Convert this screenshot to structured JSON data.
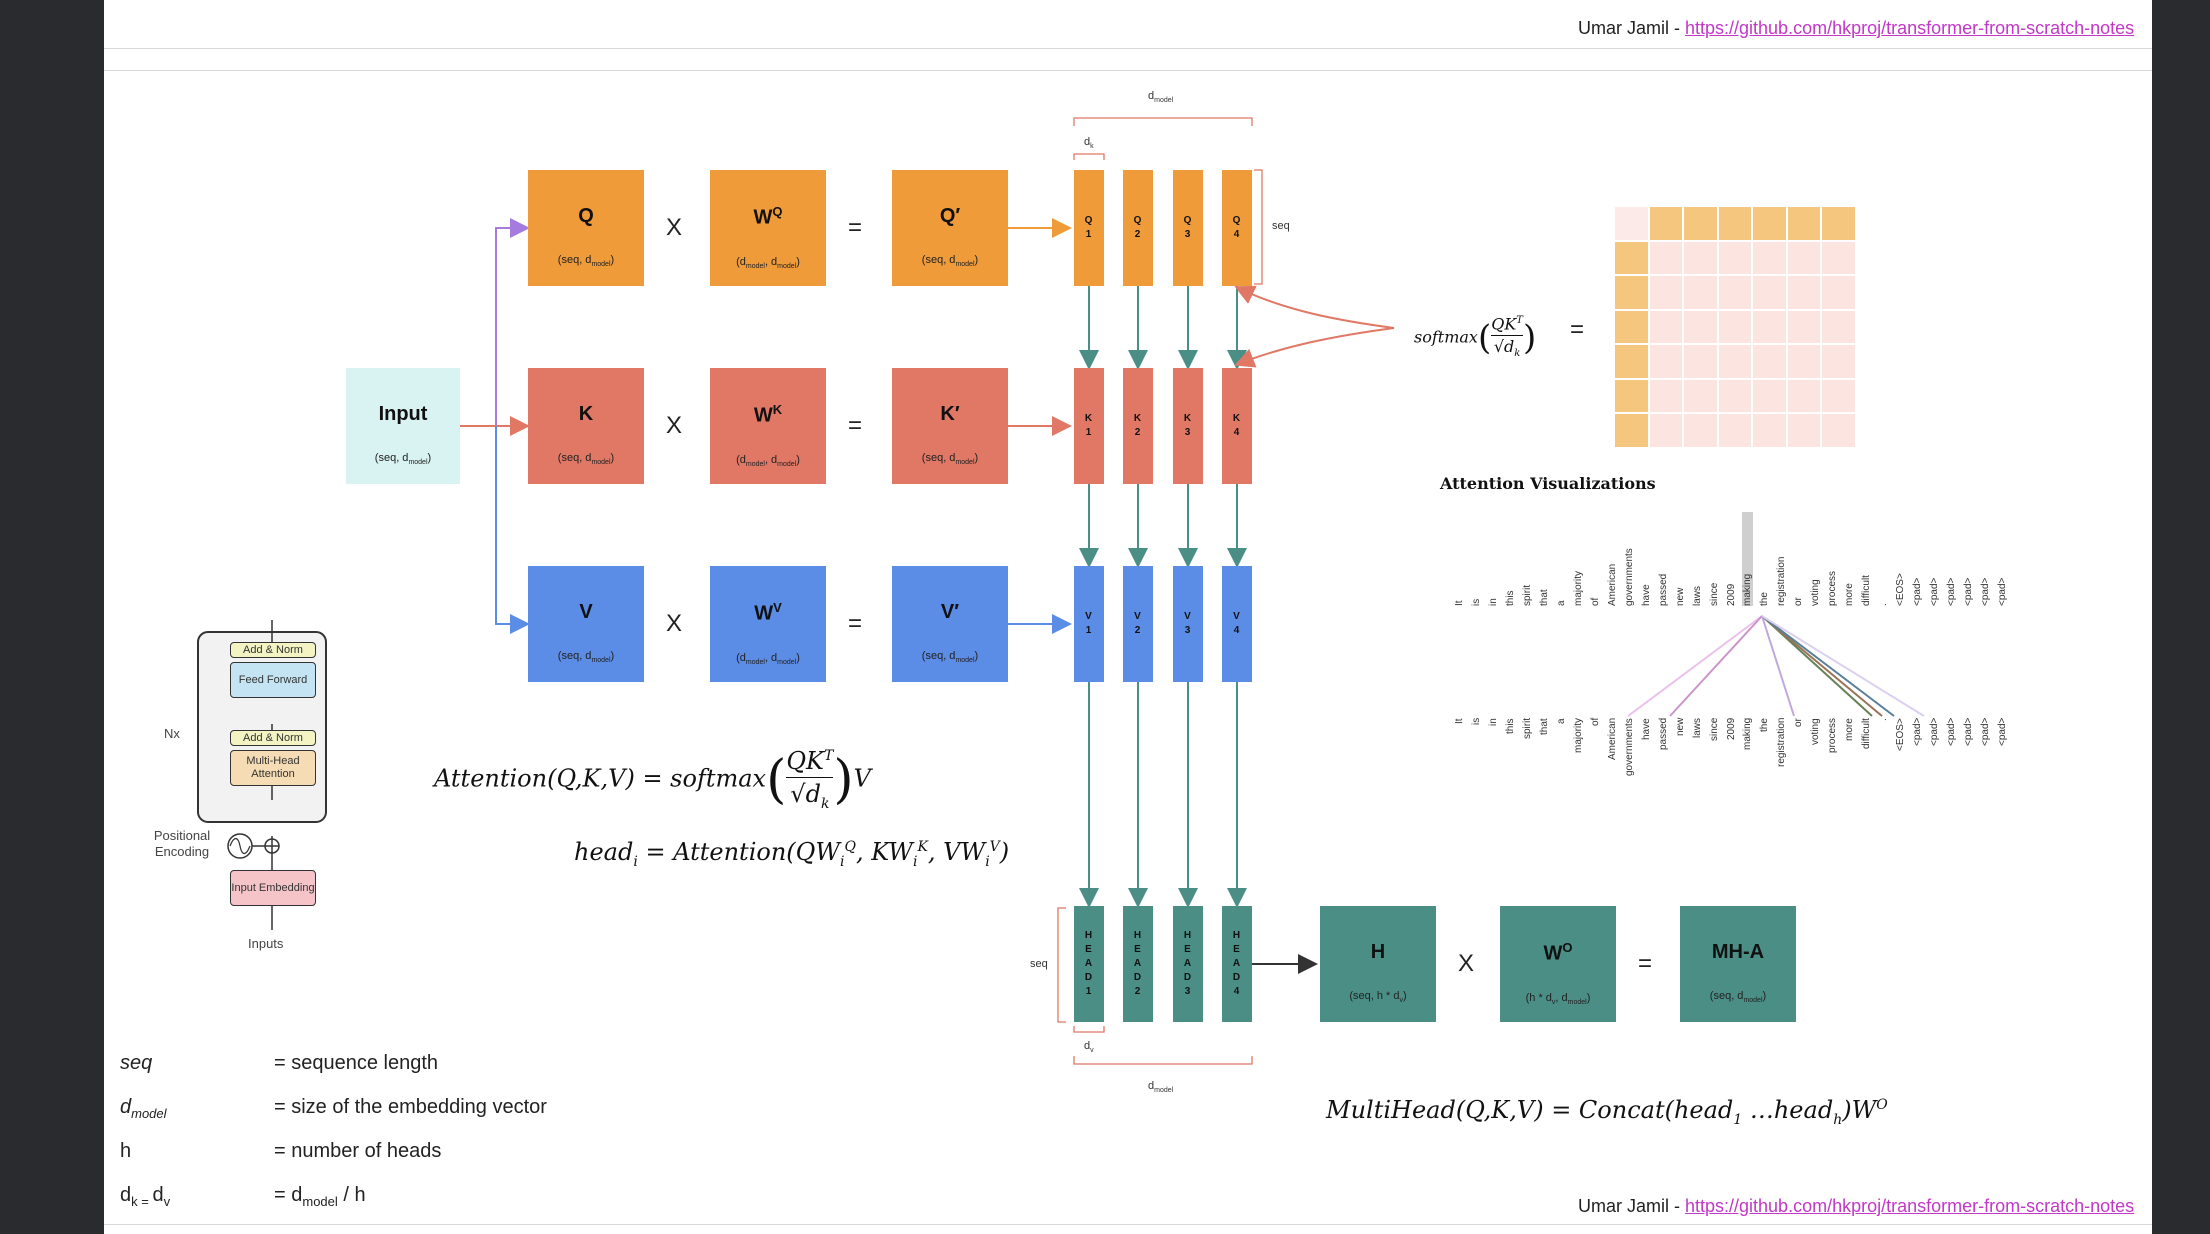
{
  "credit": {
    "author": "Umar Jamil - ",
    "url": "https://github.com/hkproj/transformer-from-scratch-notes"
  },
  "input_box": {
    "label": "Input",
    "shape": "(seq, d",
    "shape_sub": "model",
    "shape_end": ")"
  },
  "rows": [
    {
      "id": "q",
      "color": "#f09b3a",
      "a_label": "Q",
      "a_shape": "(seq, d",
      "a_sub": "model",
      "w_label": "W",
      "w_sup": "Q",
      "w_shape": "(d",
      "w_sub1": "model",
      "w_mid": ", d",
      "w_sub2": "model",
      "p_label": "Q′",
      "p_shape": "(seq, d",
      "p_sub": "model",
      "cols": [
        "Q 1",
        "Q 2",
        "Q 3",
        "Q 4"
      ]
    },
    {
      "id": "k",
      "color": "#e07865",
      "a_label": "K",
      "a_shape": "(seq, d",
      "a_sub": "model",
      "w_label": "W",
      "w_sup": "K",
      "w_shape": "(d",
      "w_sub1": "model",
      "w_mid": ", d",
      "w_sub2": "model",
      "p_label": "K′",
      "p_shape": "(seq, d",
      "p_sub": "model",
      "cols": [
        "K 1",
        "K 2",
        "K 3",
        "K 4"
      ]
    },
    {
      "id": "v",
      "color": "#5b8ce6",
      "a_label": "V",
      "a_shape": "(seq, d",
      "a_sub": "model",
      "w_label": "W",
      "w_sup": "V",
      "w_shape": "(d",
      "w_sub1": "model",
      "w_mid": ", d",
      "w_sub2": "model",
      "p_label": "V′",
      "p_shape": "(seq, d",
      "p_sub": "model",
      "cols": [
        "V 1",
        "V 2",
        "V 3",
        "V 4"
      ]
    }
  ],
  "ops": {
    "times": "X",
    "equals": "="
  },
  "heads": [
    "HEAD1",
    "HEAD2",
    "HEAD3",
    "HEAD4"
  ],
  "dim_labels": {
    "d_model": "d",
    "d_model_sub": "model",
    "d_k": "d",
    "d_k_sub": "k",
    "d_v": "d",
    "d_v_sub": "v",
    "seq": "seq"
  },
  "output_row": {
    "h_label": "H",
    "h_shape": "(seq, h * d",
    "h_sub": "v",
    "h_end": ")",
    "wo_label": "W",
    "wo_sup": "O",
    "wo_shape": "(h * d",
    "wo_sub1": "v",
    "wo_mid": ", d",
    "wo_sub2": "model",
    "wo_end": ")",
    "mha_label": "MH-A",
    "mha_shape": "(seq, d",
    "mha_sub": "model",
    "mha_end": ")"
  },
  "formulas": {
    "attention": "Attention(Q,K,V) = softmax",
    "attention_num": "QK",
    "attention_num_sup": "T",
    "attention_den": "√d",
    "attention_den_sub": "k",
    "attention_tail": "V",
    "head": "head",
    "head_sub": "i",
    "head_rhs": " = Attention(QW",
    "head_rhs2": ", KW",
    "head_rhs3": ", VW",
    "head_close": ")",
    "sup_q": "Q",
    "sup_k": "K",
    "sup_v": "V",
    "softmax": "softmax",
    "multihead": "MultiHead(Q,K,V) = Concat(head",
    "multihead_sub1": "1",
    "multihead_mid": " …head",
    "multihead_sub2": "h",
    "multihead_end": ")W",
    "multihead_sup": "O"
  },
  "legend": [
    {
      "key": "seq",
      "key_sub": "",
      "value": "= sequence length",
      "value_sub": "",
      "value_tail": ""
    },
    {
      "key": "d",
      "key_sub": "model",
      "value": "= size of the embedding vector",
      "value_sub": "",
      "value_tail": ""
    },
    {
      "key": "h",
      "key_sub": "",
      "value": "= number of heads",
      "value_sub": "",
      "value_tail": ""
    },
    {
      "key": "d",
      "key_sub": "k = ",
      "key2": "d",
      "key2_sub": "v",
      "value": "= d",
      "value_sub": "model",
      "value_tail": " / h"
    }
  ],
  "attention_viz": {
    "title": "Attention Visualizations",
    "words": [
      "It",
      "is",
      "in",
      "this",
      "spirit",
      "that",
      "a",
      "majority",
      "of",
      "American",
      "governments",
      "have",
      "passed",
      "new",
      "laws",
      "since",
      "2009",
      "making",
      "the",
      "registration",
      "or",
      "voting",
      "process",
      "more",
      "difficult",
      ".",
      "<EOS>",
      "<pad>",
      "<pad>",
      "<pad>",
      "<pad>",
      "<pad>",
      "<pad>"
    ]
  },
  "transformer": {
    "add_norm": "Add & Norm",
    "feed_forward": "Feed Forward",
    "add_norm2": "Add & Norm",
    "mha": "Multi-Head Attention",
    "nx": "Nx",
    "pos_enc": "Positional Encoding",
    "input_emb": "Input Embedding",
    "inputs": "Inputs"
  },
  "colors": {
    "orange": "#f09b3a",
    "red": "#e07865",
    "blue": "#5b8ce6",
    "teal": "#4a8e86",
    "cyan": "#d8f3f1",
    "purple": "#a57be0"
  }
}
